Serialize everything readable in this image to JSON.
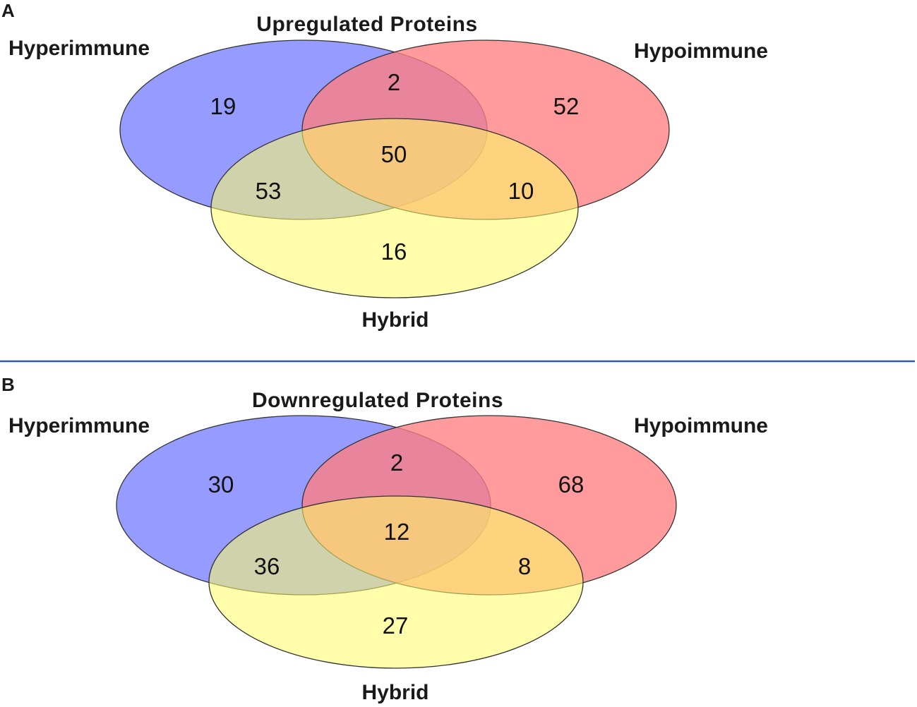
{
  "panels": [
    {
      "letter": "A",
      "title": "Upregulated Proteins",
      "sets": {
        "hyperimmune": "Hyperimmune",
        "hypoimmune": "Hypoimmune",
        "hybrid": "Hybrid"
      },
      "counts": {
        "hyper_only": "19",
        "hyper_hypo": "2",
        "hypo_only": "52",
        "all_three": "50",
        "hyper_hybrid": "53",
        "hypo_hybrid": "10",
        "hybrid_only": "16"
      }
    },
    {
      "letter": "B",
      "title": "Downregulated Proteins",
      "sets": {
        "hyperimmune": "Hyperimmune",
        "hypoimmune": "Hypoimmune",
        "hybrid": "Hybrid"
      },
      "counts": {
        "hyper_only": "30",
        "hyper_hypo": "2",
        "hypo_only": "68",
        "all_three": "12",
        "hyper_hybrid": "36",
        "hypo_hybrid": "8",
        "hybrid_only": "27"
      }
    }
  ],
  "colors": {
    "hyperimmune": "#7f86ff",
    "hypoimmune": "#ff7f80",
    "hybrid": "#ffff66",
    "divider": "#2e5aa8"
  }
}
